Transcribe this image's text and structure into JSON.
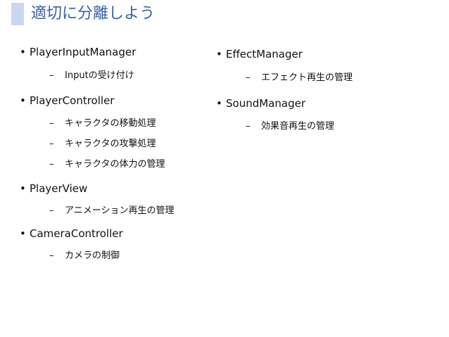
{
  "title": "適切に分離しよう",
  "left_column": [
    {
      "label": "PlayerInputManager",
      "subitems": [
        "Inputの受け付け"
      ]
    },
    {
      "label": "PlayerController",
      "subitems": [
        "キャラクタの移動処理",
        "キャラクタの攻撃処理",
        "キャラクタの体力の管理"
      ]
    },
    {
      "label": "PlayerView",
      "subitems": [
        "アニメーション再生の管理"
      ]
    },
    {
      "label": "CameraController",
      "subitems": [
        "カメラの制御"
      ]
    }
  ],
  "right_column": [
    {
      "label": "EffectManager",
      "subitems": [
        "エフェクト再生の管理"
      ]
    },
    {
      "label": "SoundManager",
      "subitems": [
        "効果音再生の管理"
      ]
    }
  ],
  "bullet_symbol": "•",
  "dash_symbol": "–",
  "colors": {
    "title_text": "#3a5fa8",
    "title_bar": "#c9d6f2"
  }
}
